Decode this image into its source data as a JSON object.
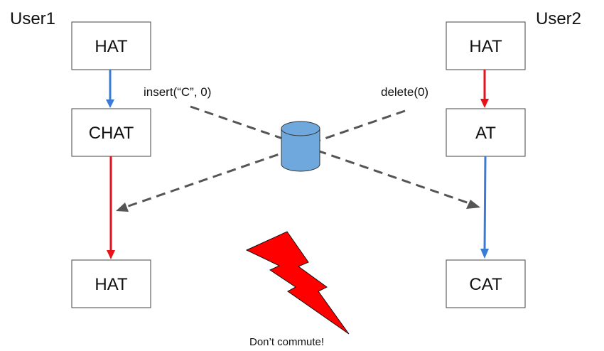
{
  "users": {
    "left": "User1",
    "right": "User2"
  },
  "left_states": [
    "HAT",
    "CHAT",
    "HAT"
  ],
  "right_states": [
    "HAT",
    "AT",
    "CAT"
  ],
  "operations": {
    "left": "insert(“C”, 0)",
    "right": "delete(0)"
  },
  "note": "Don’t commute!",
  "colors": {
    "local_op": "#3a7bd5",
    "remote_op": "#e8121b",
    "dashed": "#555555",
    "server_fill": "#6fa8dc",
    "bolt": "#ff0000"
  },
  "icons": {
    "server": "database-cylinder-icon",
    "bolt": "lightning-bolt-icon"
  }
}
